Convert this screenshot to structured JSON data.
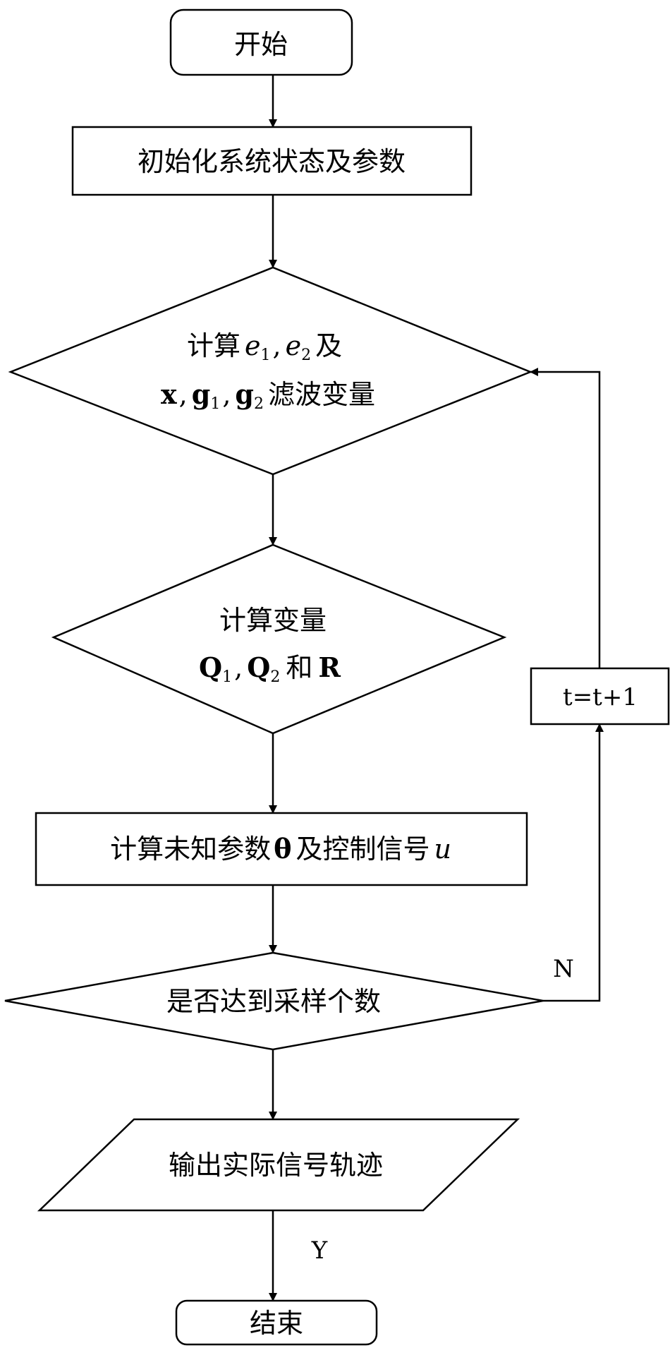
{
  "flowchart": {
    "start": "开始",
    "init": "初始化系统状态及参数",
    "compute_errors": {
      "prefix": "计算",
      "e": "e",
      "sub1": "1",
      "sub2": "2",
      "comma": ",",
      "suffix": "及",
      "x": "x",
      "g": "g",
      "filter_text": "滤波变量"
    },
    "compute_vars": {
      "line1": "计算变量",
      "Q": "Q",
      "sub1": "1",
      "sub2": "2",
      "comma": ",",
      "and": "和",
      "R": "R"
    },
    "compute_params": {
      "text": "计算未知参数",
      "theta": "θ",
      "mid": "及控制信号",
      "u": "u"
    },
    "decision": "是否达到采样个数",
    "increment": "t=t+1",
    "output": "输出实际信号轨迹",
    "end": "结束",
    "label_no": "N",
    "label_yes": "Y"
  },
  "colors": {
    "stroke": "#000000",
    "background": "#ffffff"
  }
}
